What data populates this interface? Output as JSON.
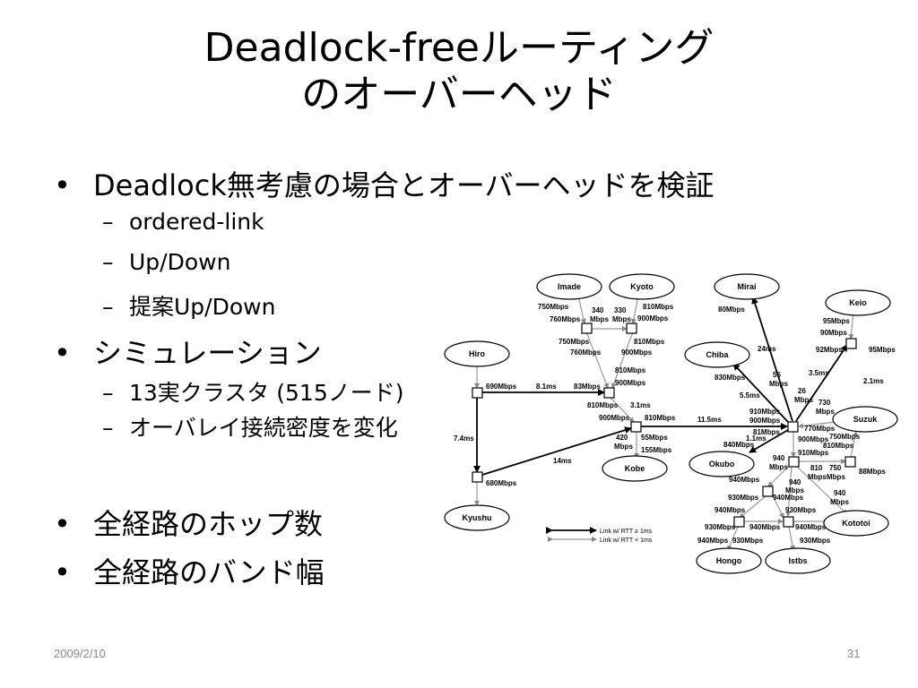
{
  "slide": {
    "title_line1": "Deadlock-freeルーティング",
    "title_line2": "のオーバーヘッド",
    "bullet1": "Deadlock無考慮の場合とオーバーヘッドを検証",
    "bullet1_sub1": "ordered-link",
    "bullet1_sub2": "Up/Down",
    "bullet1_sub3": "提案Up/Down",
    "bullet2": "シミュレーション",
    "bullet2_sub1": "13実クラスタ (515ノード)",
    "bullet2_sub2": "オーバレイ接続密度を変化",
    "bullet3": "全経路のホップ数",
    "bullet4": "全経路のバンド幅",
    "bullet_glyph": "•",
    "dash_glyph": "–",
    "date": "2009/2/10",
    "page": "31"
  },
  "diagram": {
    "nodes": {
      "imade": "Imade",
      "kyoto": "Kyoto",
      "mirai": "Mirai",
      "keio": "Keio",
      "hiro": "Hiro",
      "chiba": "Chiba",
      "suzuk": "Suzuk",
      "kobe": "Kobe",
      "okubo": "Okubo",
      "kyushu": "Kyushu",
      "kototoi": "Kototoi",
      "hongo": "Hongo",
      "istbs": "Istbs"
    },
    "legend": {
      "thick": "Link w/ RTT ≥ 1ms",
      "thin": "Link w/ RTT < 1ms"
    },
    "labels": {
      "l_750a": "750Mbps",
      "l_760a": "760Mbps",
      "l_340": "340",
      "l_mbps1": "Mbps",
      "l_330": "330",
      "l_mbps2": "Mbps",
      "l_810a": "810Mbps",
      "l_900a": "900Mbps",
      "l_750b": "750Mbps",
      "l_760b": "760Mbps",
      "l_810b": "810Mbps",
      "l_900b": "900Mbps",
      "l_810c": "810Mbps",
      "l_900c": "900Mbps",
      "l_690": "690Mbps",
      "l_81ms": "8.1ms",
      "l_83": "83Mbps",
      "l_810d": "810Mbps",
      "l_31ms": "3.1ms",
      "l_900d": "900Mbps",
      "l_810e": "810Mbps",
      "l_115ms": "11.5ms",
      "l_420": "420",
      "l_mbps3": "Mbps",
      "l_55": "55Mbps",
      "l_155": "155Mbps",
      "l_74ms": "7.4ms",
      "l_14ms": "14ms",
      "l_680": "680Mbps",
      "l_80": "80Mbps",
      "l_24ms": "24ms",
      "l_830": "830Mbps",
      "l_56": "56",
      "l_mbps4": "Mbps",
      "l_55ms": "5.5ms",
      "l_26": "26",
      "l_mbps5": "Mbps",
      "l_35ms": "3.5ms",
      "l_95a": "95Mbps",
      "l_90": "90Mbps",
      "l_92": "92Mbps",
      "l_95b": "95Mbps",
      "l_21ms": "2.1ms",
      "l_910a": "910Mbps",
      "l_900e": "900Mbps",
      "l_81": "81Mbps",
      "l_11ms": "1.1ms",
      "l_840": "840Mbps",
      "l_730": "730",
      "l_mbps6": "Mbps",
      "l_770": "770Mbps",
      "l_900f": "900Mbps",
      "l_750c": "750Mbps",
      "l_810f": "810Mbps",
      "l_910b": "910Mbps",
      "l_940a": "940",
      "l_mbps7": "Mbps",
      "l_810g": "810",
      "l_mbps8": "Mbps",
      "l_750d": "750",
      "l_mbps9": "Mbps",
      "l_88": "88Mbps",
      "l_940b": "940Mbps",
      "l_940c": "940",
      "l_mbps10": "Mbps",
      "l_940d": "940",
      "l_mbps11": "Mbps",
      "l_930a": "930Mbps",
      "l_940e": "940Mbps",
      "l_930b": "930Mbps",
      "l_940f": "940Mbps",
      "l_930c": "930Mbps",
      "l_940g": "940Mbps",
      "l_940h": "940Mbps",
      "l_930d": "930Mbps",
      "l_940i": "940Mbps",
      "l_930e": "930Mbps"
    }
  }
}
